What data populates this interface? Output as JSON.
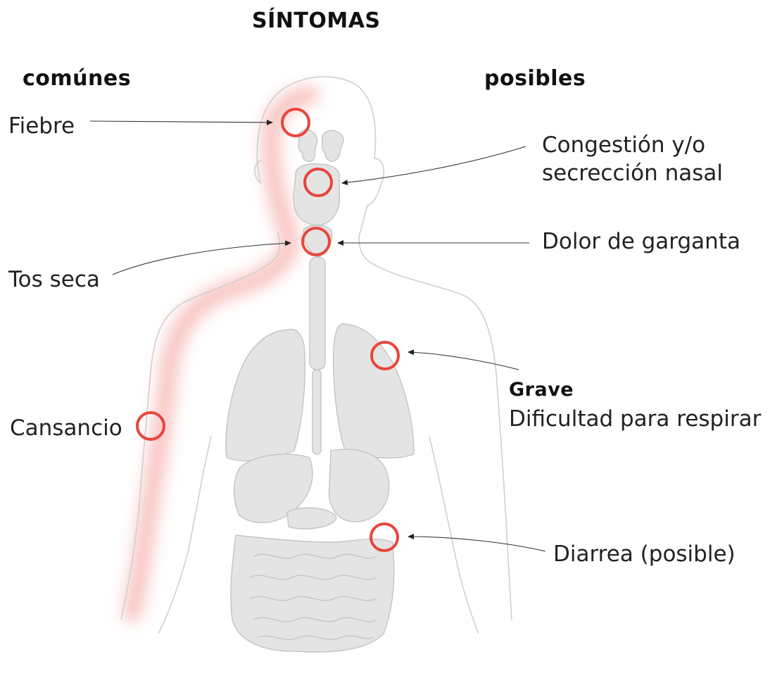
{
  "title": "SÍNTOMAS",
  "columns": {
    "left": "comúnes",
    "right": "posibles"
  },
  "labels": {
    "fiebre": "Fiebre",
    "congestion_line1": "Congestión y/o",
    "congestion_line2": "secrección nasal",
    "dolor_garganta": "Dolor de garganta",
    "tos_seca": "Tos seca",
    "cansancio": "Cansancio",
    "grave_title": "Grave",
    "grave_text": "Dificultad para respirar",
    "diarrea": "Diarrea (posible)"
  },
  "colors": {
    "marker": "#e8453c",
    "glow": "#f6b4b0",
    "organ_fill": "#e4e4e4",
    "organ_stroke": "#c4c4c4",
    "outline": "#cfcfcf",
    "leader": "#333333"
  }
}
